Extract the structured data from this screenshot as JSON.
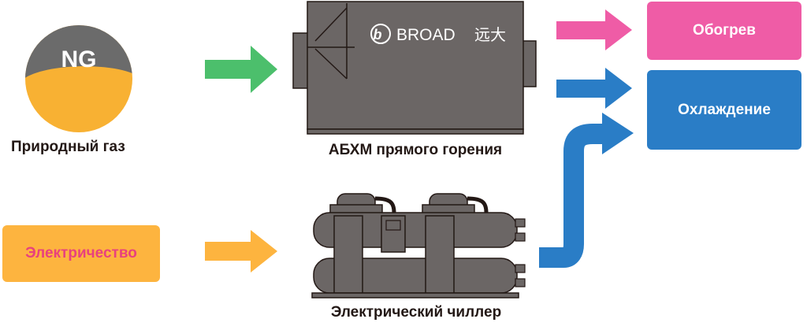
{
  "gas": {
    "badge": "NG",
    "label": "Природный газ"
  },
  "electricity": {
    "label": "Электричество"
  },
  "absorption_chiller": {
    "brand": "BROAD",
    "brand_cn": "远大",
    "label": "АБХМ прямого горения"
  },
  "electric_chiller": {
    "label": "Электрический чиллер"
  },
  "outputs": {
    "heating": "Обогрев",
    "cooling": "Охлаждение"
  },
  "colors": {
    "gas_top": "#6b6b6b",
    "gas_bottom": "#f8b133",
    "green_arrow": "#4cbf6c",
    "orange": "#fdb43f",
    "electricity_text": "#e8417e",
    "pink": "#ef5ca6",
    "blue": "#2a7dc6",
    "machine": "#6b6665",
    "outline": "#231815"
  }
}
